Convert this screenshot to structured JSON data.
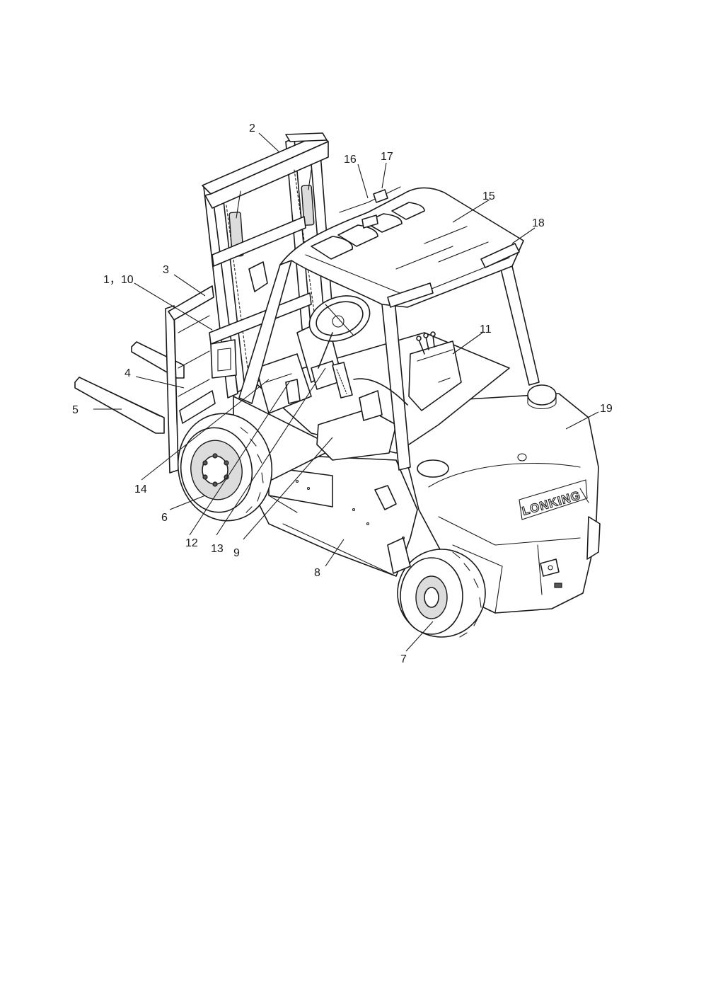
{
  "brand_text": "LONKING",
  "callouts": [
    {
      "id": "2",
      "text": "2"
    },
    {
      "id": "16",
      "text": "16"
    },
    {
      "id": "17",
      "text": "17"
    },
    {
      "id": "15",
      "text": "15"
    },
    {
      "id": "18",
      "text": "18"
    },
    {
      "id": "3",
      "text": "3"
    },
    {
      "id": "1-10",
      "text": "1，10"
    },
    {
      "id": "11",
      "text": "11"
    },
    {
      "id": "4",
      "text": "4"
    },
    {
      "id": "5",
      "text": "5"
    },
    {
      "id": "19",
      "text": "19"
    },
    {
      "id": "14",
      "text": "14"
    },
    {
      "id": "6",
      "text": "6"
    },
    {
      "id": "12",
      "text": "12"
    },
    {
      "id": "13",
      "text": "13"
    },
    {
      "id": "9",
      "text": "9"
    },
    {
      "id": "8",
      "text": "8"
    },
    {
      "id": "7",
      "text": "7"
    }
  ]
}
